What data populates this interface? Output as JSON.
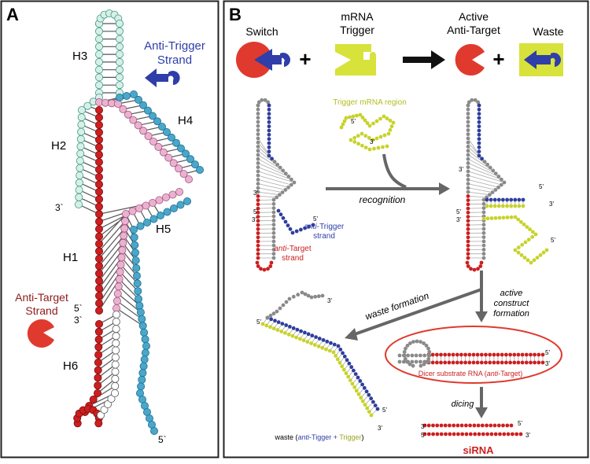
{
  "panel_a": {
    "letter": "A",
    "helices": [
      "H3",
      "H4",
      "H2",
      "H5",
      "H1",
      "H6"
    ],
    "end_labels": {
      "three_prime_top": "3`",
      "five_prime_mid": "5`",
      "three_prime_mid": "3`",
      "five_prime_bottom": "5`"
    },
    "anti_trigger_label_line1": "Anti-Trigger",
    "anti_trigger_label_line2": "Strand",
    "anti_target_label_line1": "Anti-Target",
    "anti_target_label_line2": "Strand"
  },
  "panel_b": {
    "letter": "B",
    "top_row": {
      "switch_label": "Switch",
      "mrna_line1": "mRNA",
      "mrna_line2": "Trigger",
      "active_line1": "Active",
      "active_line2": "Anti-Target",
      "waste_label": "Waste",
      "plus": "+"
    },
    "trigger_region_label": "Trigger mRNA region",
    "recognition_label": "recognition",
    "anti_trigger_strand_italic": "anti",
    "anti_trigger_strand_rest": "-Trigger",
    "anti_trigger_strand_line2": "strand",
    "anti_target_strand_italic": "anti",
    "anti_target_strand_rest": "-Target",
    "anti_target_strand_line2": "strand",
    "waste_formation_label": "waste formation",
    "active_construct_line1": "active",
    "active_construct_line2": "construct",
    "active_construct_line3": "formation",
    "dicer_label_prefix": "Dicer substrate RNA (",
    "dicer_label_italic": "anti",
    "dicer_label_suffix": "-Target)",
    "dicing_label": "dicing",
    "sirna_label": "siRNA",
    "waste_caption_prefix": "waste (",
    "waste_caption_italic": "anti",
    "waste_caption_mid": "-Tigger + ",
    "waste_caption_trigger": "Trigger",
    "waste_caption_suffix": ")",
    "five_prime": "5'",
    "three_prime": "3'"
  },
  "colors": {
    "teal_fill": "#d8efe6",
    "teal_stroke": "#3a9a86",
    "blue_bead": "#4aa7c9",
    "pink_bead": "#e9b3d0",
    "red_bead": "#cc1f1f",
    "red_shape": "#e03a2e",
    "navy": "#2f3ea8",
    "lime": "#d7e23a",
    "dark_red_text": "#8e1a1a",
    "grey_bead": "#8a8a8a",
    "yellow_bead": "#c7d32a",
    "navy_bead": "#2f3e9c"
  }
}
